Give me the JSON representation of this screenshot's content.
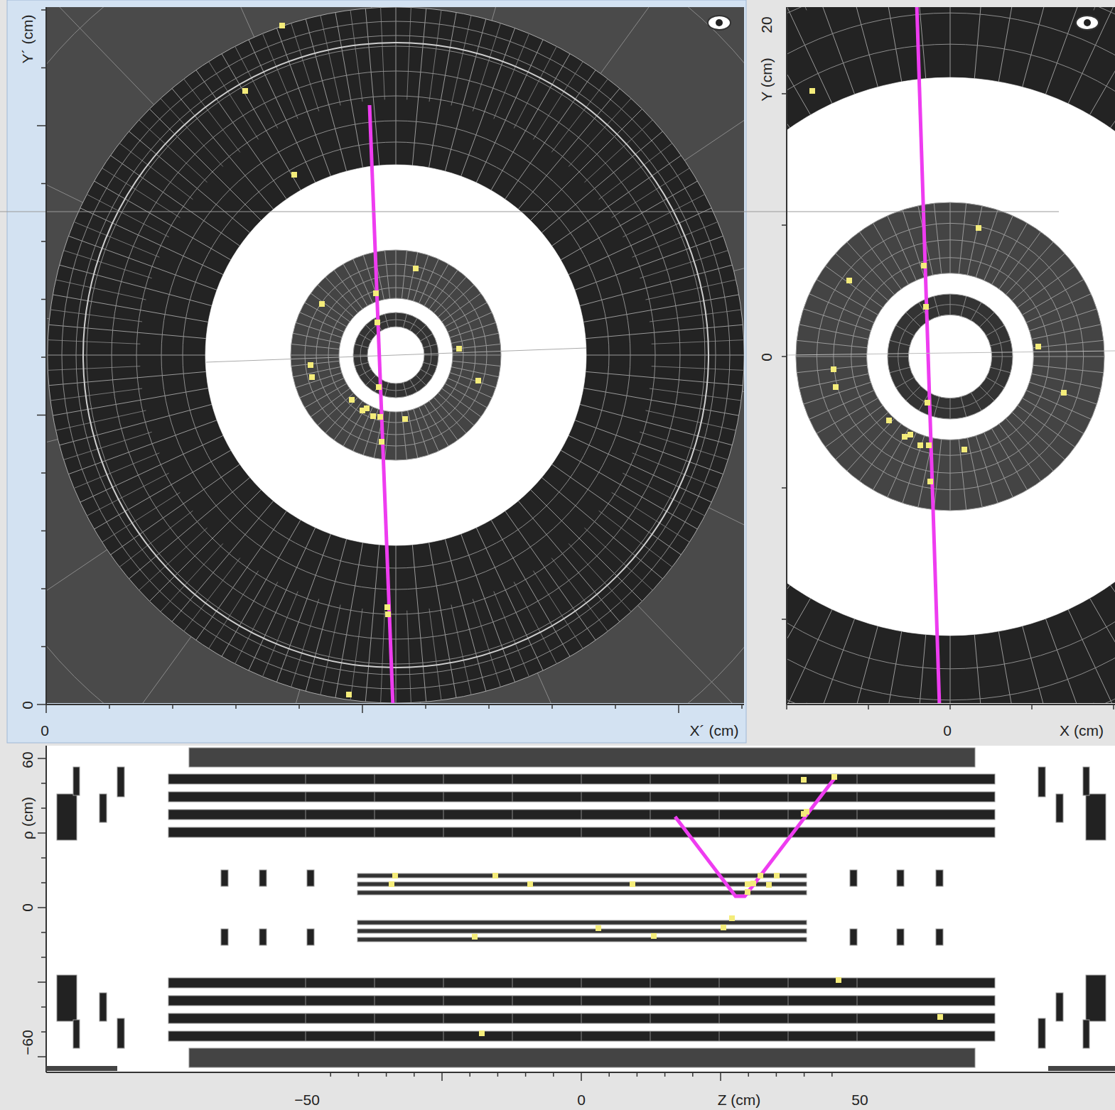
{
  "diagram": {
    "labels": [
      "Y´ (cm)",
      "0",
      "0",
      "X´ (cm)",
      "20",
      "Y (cm)",
      "0",
      "0",
      "X (cm)",
      "60",
      "ρ (cm)",
      "0",
      "−60",
      "−50",
      "0",
      "Z (cm)",
      "50"
    ]
  }
}
